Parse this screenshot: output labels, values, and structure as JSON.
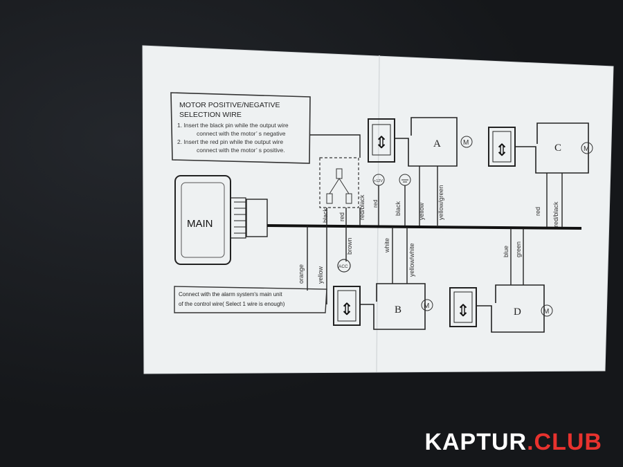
{
  "instruction_box": {
    "title_line1": "MOTOR  POSITIVE/NEGATIVE",
    "title_line2": "SELECTION WIRE",
    "line1": "1. Insert the black pin while the output wire",
    "line2": "connect with the motor’ s negative",
    "line3": "2. Insert the red pin while the output wire",
    "line4": "connect with the motor’ s positive."
  },
  "main_unit": {
    "label": "MAIN"
  },
  "alarm_box": {
    "line1": "Connect with the alarm system's main unit",
    "line2": "of the control wire( Select 1 wire is enough)"
  },
  "wires": {
    "orange": "orange",
    "yellow": "yellow",
    "black": "black",
    "red": "red",
    "brown": "brown",
    "red_black": "red/black",
    "red_small": "red",
    "black2": "black",
    "yellow_a": "yellow",
    "yellow_green": "yellow/green",
    "white": "white",
    "yellow_white": "yellow/white",
    "blue": "blue",
    "green": "green",
    "red_c": "red",
    "red_black_c": "red/black"
  },
  "acc_label": "ACC",
  "power_label": "+12V",
  "motors": {
    "a": "A",
    "b": "B",
    "c": "C",
    "d": "D",
    "motor_symbol": "M"
  },
  "watermark": {
    "part1": "KAPTUR",
    "part2": ".CLUB",
    "accent_color": "#e8322e"
  }
}
